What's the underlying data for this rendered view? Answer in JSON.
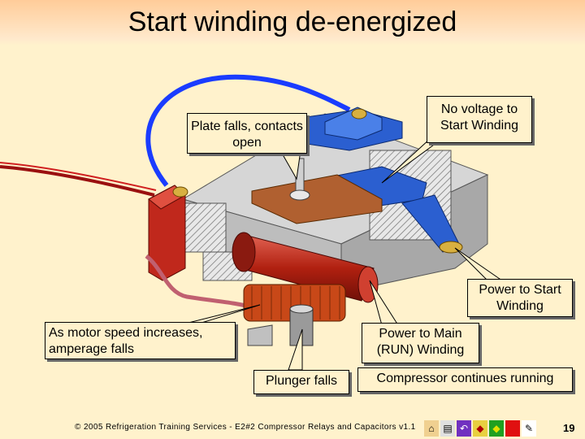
{
  "slide": {
    "title": "Start winding de-energized",
    "page_number": "19"
  },
  "callouts": {
    "plate_falls": "Plate falls, contacts open",
    "no_voltage": "No voltage to Start Winding",
    "power_start": "Power to Start Winding",
    "motor_speed": "As motor speed increases, amperage falls",
    "power_main": "Power to Main (RUN) Winding",
    "plunger_falls": "Plunger falls",
    "compressor_running": "Compressor continues running"
  },
  "footer": {
    "copyright": "© 2005 Refrigeration Training Services - E2#2 Compressor Relays and Capacitors v1.1"
  },
  "nav": [
    {
      "icon": "home-icon",
      "glyph": "⌂"
    },
    {
      "icon": "document-icon",
      "glyph": "▤"
    },
    {
      "icon": "return-icon",
      "glyph": "↶"
    },
    {
      "icon": "previous-icon",
      "glyph": "◆"
    },
    {
      "icon": "next-icon",
      "glyph": "◆"
    },
    {
      "icon": "stop-icon",
      "glyph": "■"
    },
    {
      "icon": "pencil-icon",
      "glyph": "✎"
    }
  ],
  "colors": {
    "background": "#fff2cc",
    "title_gradient": "#ffcc99",
    "relay_red": "#c0281c",
    "contact_blue": "#2b5fd0",
    "base_gray": "#c8c8c8",
    "wire_blue": "#1a3cff",
    "copper": "#b8860b",
    "coil": "#c84818"
  }
}
